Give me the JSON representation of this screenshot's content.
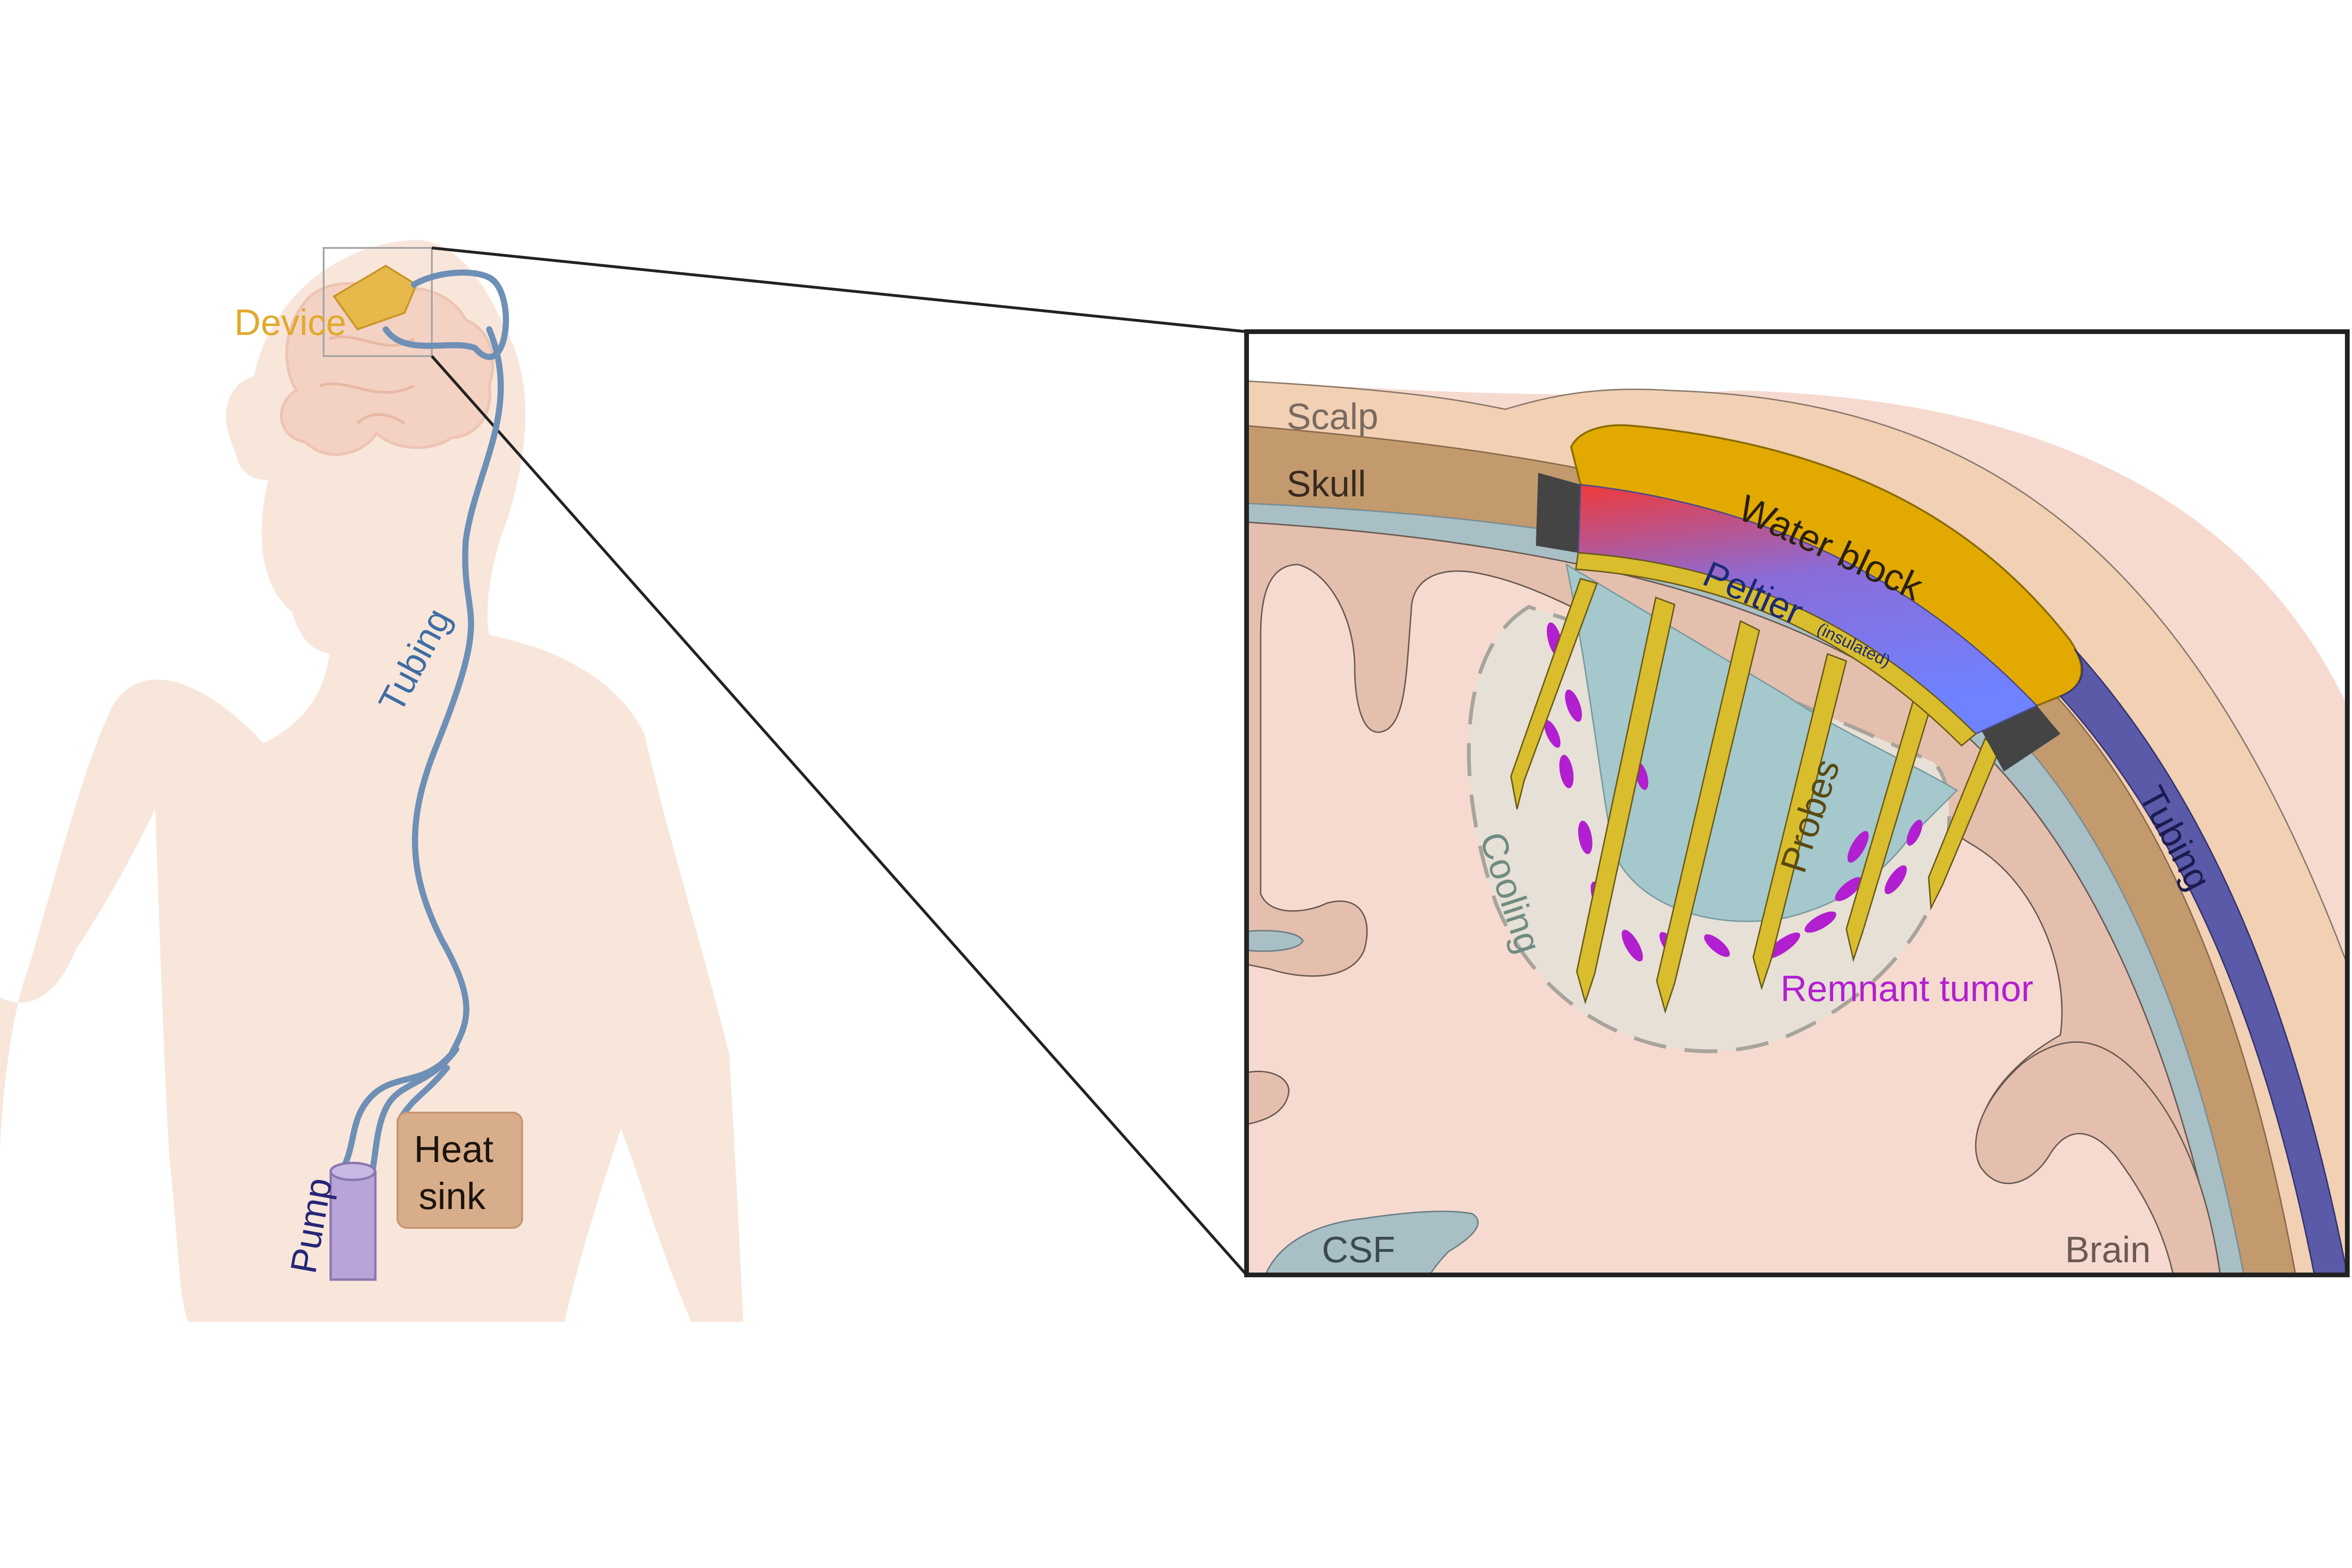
{
  "labels": {
    "device": "Device",
    "tubing_body": "Tubing",
    "pump": "Pump",
    "heat_sink_line1": "Heat",
    "heat_sink_line2": "sink",
    "scalp": "Scalp",
    "skull": "Skull",
    "water_block": "Water block",
    "peltier": "Peltier",
    "insulated": "(insulated)",
    "probes": "Probes",
    "cooling": "Cooling",
    "tubing_inset": "Tubing",
    "remnant_tumor": "Remnant tumor",
    "csf": "CSF",
    "brain": "Brain"
  },
  "colors": {
    "skin": "#f8e6da",
    "brain_outline": "#f3d2c4",
    "device": "#e6b94a",
    "tubing": "#6e8fb6",
    "pump": "#b8a4d8",
    "heat_sink": "#d8ae8a",
    "scalp": "#f1d0b4",
    "skull": "#c39a6e",
    "csf": "#a8bfc5",
    "gray_matter": "#e4bfae",
    "white_matter": "#f6dad0",
    "water_block": "#e2aa00",
    "peltier_hot": "#ef3a3a",
    "peltier_cold": "#6f82ff",
    "probe": "#d9bd2d",
    "cooled_zone": "#e6e0d6",
    "cold_core": "#a4c8cc",
    "tumor": "#b21fd0",
    "inset_tubing": "#5a5aa8",
    "label_device": "#e1a92d",
    "label_tubing": "#3d6ea6",
    "label_pump": "#262678",
    "label_dark": "#3a2a1e",
    "label_scalp": "#7a6a60",
    "label_cooling": "#6f8c82",
    "label_tumor": "#b21fd0",
    "label_peltier": "#1b2a78"
  }
}
